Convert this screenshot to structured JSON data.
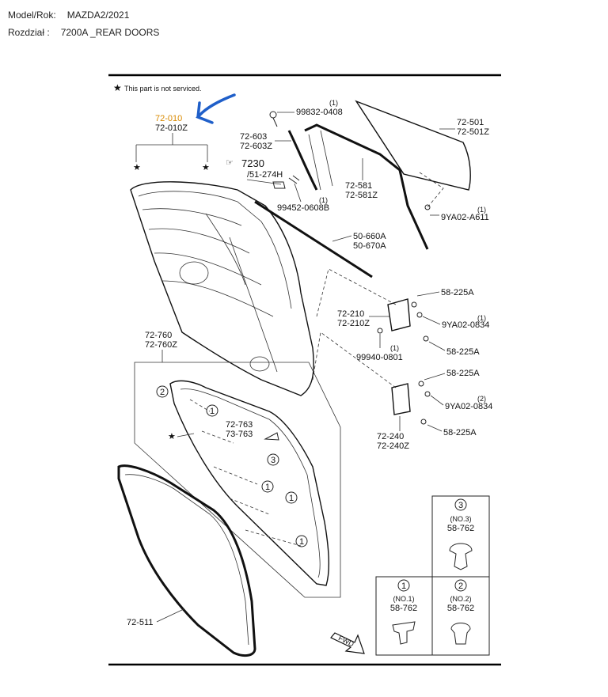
{
  "header": {
    "model_label": "Model/Rok:",
    "model_value": "MAZDA2/2021",
    "section_label": "Rozdział :",
    "section_value": "7200A  _REAR DOORS"
  },
  "note": {
    "text": "This part is not serviced."
  },
  "colors": {
    "highlight": "#d98a00",
    "annotation_arrow": "#1f5fc9"
  },
  "parts": {
    "p72010": "72-010",
    "p72010z": "72-010Z",
    "p99832_qty": "(1)",
    "p99832": "99832-0408",
    "p72603": "72-603",
    "p72603z": "72-603Z",
    "ref7230": "7230",
    "ref51274h": "/51-274H",
    "p99452_qty": "(1)",
    "p99452": "99452-0608B",
    "p72501": "72-501",
    "p72501z": "72-501Z",
    "p72581": "72-581",
    "p72581z": "72-581Z",
    "p9ya02a611_qty": "(1)",
    "p9ya02a611": "9YA02-A611",
    "p50660a": "50-660A",
    "p50670a": "50-670A",
    "p58225a_1": "58-225A",
    "p9ya02_0834_qty1": "(1)",
    "p9ya02_0834_1": "9YA02-0834",
    "p72210": "72-210",
    "p72210z": "72-210Z",
    "p58225a_2": "58-225A",
    "p99940_qty": "(1)",
    "p99940": "99940-0801",
    "p58225a_3": "58-225A",
    "p9ya02_0834_qty2": "(2)",
    "p9ya02_0834_2": "9YA02-0834",
    "p58225a_4": "58-225A",
    "p72240": "72-240",
    "p72240z": "72-240Z",
    "p72760": "72-760",
    "p72760z": "72-760Z",
    "p72763": "72-763",
    "p73763": "73-763",
    "p72511": "72-511",
    "fwd": "FWD"
  },
  "callouts": {
    "one": "1",
    "two": "2",
    "three": "3"
  },
  "clip_boxes": [
    {
      "num": "3",
      "no": "(NO.3)",
      "part": "58-762"
    },
    {
      "num": "1",
      "no": "(NO.1)",
      "part": "58-762"
    },
    {
      "num": "2",
      "no": "(NO.2)",
      "part": "58-762"
    }
  ]
}
